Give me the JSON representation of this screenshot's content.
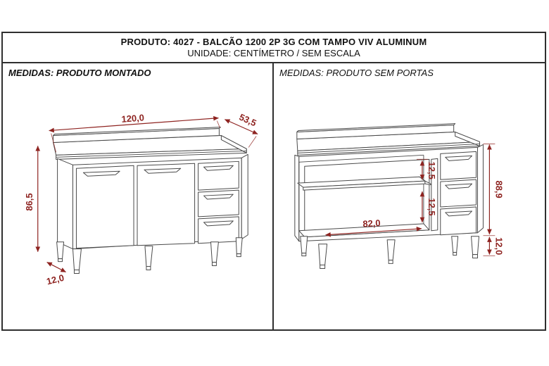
{
  "header": {
    "product_line": "PRODUTO: 4027 - BALCÃO 1200 2P 3G COM TAMPO VIV ALUMINUM",
    "unit_line": "UNIDADE: CENTÍMETRO / SEM ESCALA"
  },
  "accent_color": "#8e2320",
  "line_color": "#4a4a4a",
  "panels": {
    "left": {
      "title": "MEDIDAS: PRODUTO MONTADO",
      "dims": {
        "width": "120,0",
        "depth": "53,5",
        "height": "86,5",
        "foot": "12,0"
      }
    },
    "right": {
      "title": "MEDIDAS: PRODUTO SEM PORTAS",
      "dims": {
        "top_gap": "12,5",
        "bottom_gap": "12,5",
        "inner_width": "82,0",
        "body_height": "88,9",
        "foot_height": "12,0"
      }
    }
  }
}
